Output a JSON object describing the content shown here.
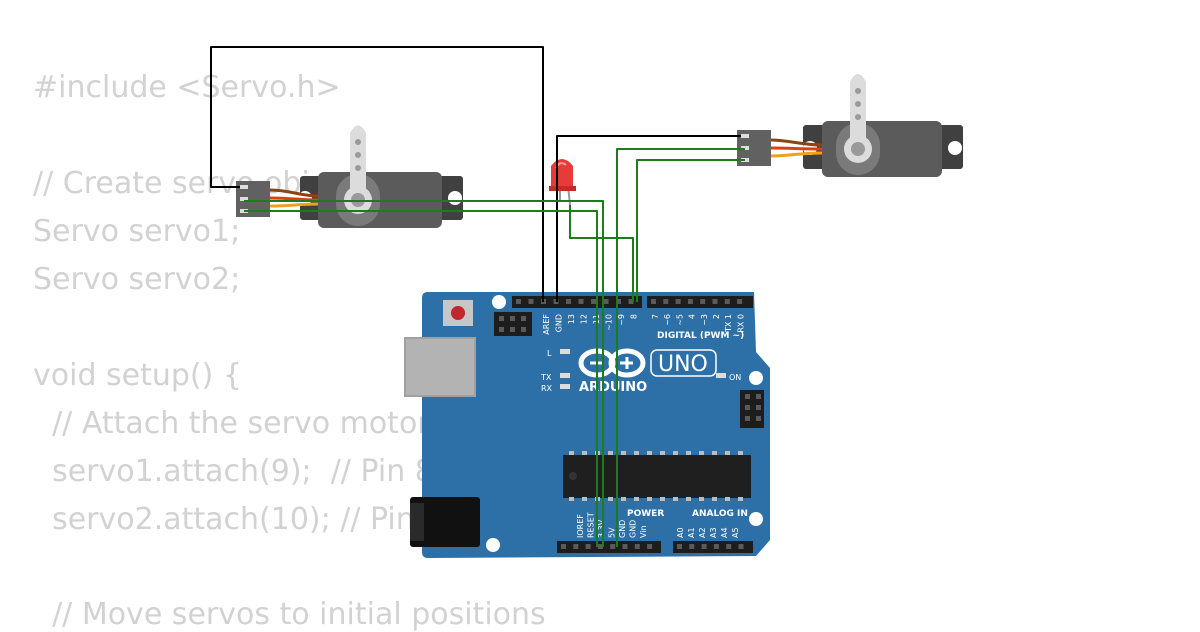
{
  "code_lines": [
    "#include <Servo.h>",
    "",
    "// Create servo obj",
    "Servo servo1;",
    "Servo servo2;",
    "",
    "void setup() {",
    "  // Attach the servo motor",
    "  servo1.attach(9);  // Pin 8",
    "  servo2.attach(10); // Pin",
    "",
    "  // Move servos to initial positions"
  ],
  "board": {
    "brand": "ARDUINO",
    "model": "UNO",
    "on_label": "ON",
    "l_label": "L",
    "tx_label": "TX",
    "rx_label": "RX",
    "digital_label": "DIGITAL (PWM ~)",
    "power_label": "POWER",
    "analog_label": "ANALOG IN",
    "digital_pins": [
      "AREF",
      "GND",
      "13",
      "12",
      "~11",
      "~10",
      "~9",
      "8",
      "7",
      "~6",
      "~5",
      "4",
      "~3",
      "2",
      "TX 1",
      "RX 0"
    ],
    "power_pins": [
      "IOREF",
      "RESET",
      "3.3V",
      "5V",
      "GND",
      "GND",
      "Vin"
    ],
    "analog_pins": [
      "A0",
      "A1",
      "A2",
      "A3",
      "A4",
      "A5"
    ]
  },
  "colors": {
    "board": "#2d6fa7",
    "wire_signal": "#1a7d1a",
    "wire_ground": "#000000",
    "servo_body": "#5b5b5b",
    "led": "#e53b3b",
    "code_text": "#d2d2d2"
  }
}
